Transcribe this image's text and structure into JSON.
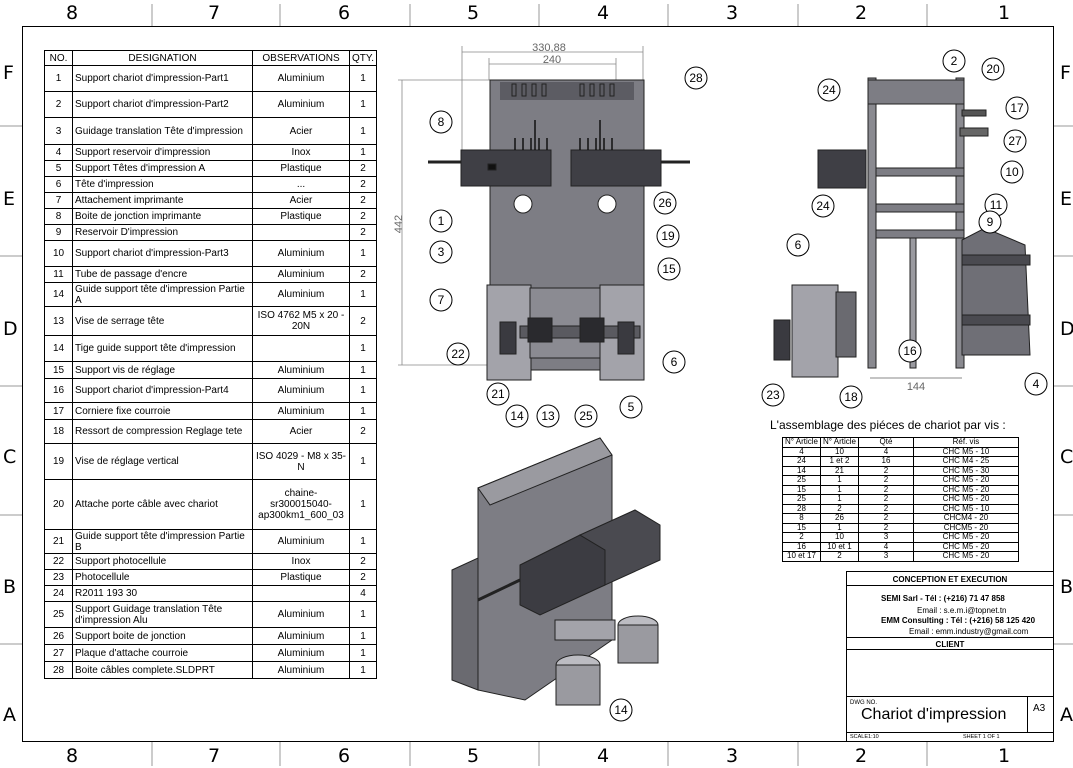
{
  "zones": {
    "top": [
      "8",
      "7",
      "6",
      "5",
      "4",
      "3",
      "2",
      "1"
    ],
    "side": [
      "F",
      "E",
      "D",
      "C",
      "B",
      "A"
    ]
  },
  "bom": {
    "headers": [
      "NO.",
      "DESIGNATION",
      "OBSERVATIONS",
      "QTY."
    ],
    "rows": [
      {
        "no": "1",
        "designation": "Support chariot d'impression-Part1",
        "obs": "Aluminium",
        "qty": "1",
        "h": 26
      },
      {
        "no": "2",
        "designation": "Support chariot d'impression-Part2",
        "obs": "Aluminium",
        "qty": "1",
        "h": 26
      },
      {
        "no": "3",
        "designation": "Guidage translation Tête d'impression",
        "obs": "Acier",
        "qty": "1",
        "h": 27
      },
      {
        "no": "4",
        "designation": "Support reservoir d'impression",
        "obs": "Inox",
        "qty": "1",
        "h": 16
      },
      {
        "no": "5",
        "designation": "Support Têtes d'impression A",
        "obs": "Plastique",
        "qty": "2",
        "h": 16
      },
      {
        "no": "6",
        "designation": "Tête d'impression",
        "obs": "...",
        "qty": "2",
        "h": 16
      },
      {
        "no": "7",
        "designation": "Attachement imprimante",
        "obs": "Acier",
        "qty": "2",
        "h": 16
      },
      {
        "no": "8",
        "designation": "Boite de jonction imprimante",
        "obs": "Plastique",
        "qty": "2",
        "h": 16
      },
      {
        "no": "9",
        "designation": "Reservoir D'impression",
        "obs": "",
        "qty": "2",
        "h": 16
      },
      {
        "no": "10",
        "designation": "Support chariot d'impression-Part3",
        "obs": "Aluminium",
        "qty": "1",
        "h": 26
      },
      {
        "no": "11",
        "designation": "Tube de passage d'encre",
        "obs": "Aluminium",
        "qty": "2",
        "h": 16
      },
      {
        "no": "14",
        "designation": "Guide support tête d'impression Partie A",
        "obs": "Aluminium",
        "qty": "1",
        "h": 24
      },
      {
        "no": "13",
        "designation": "Vise de serrage tête",
        "obs": "ISO 4762 M5 x 20 - 20N",
        "qty": "2",
        "h": 29
      },
      {
        "no": "14",
        "designation": "Tige guide support tête d'impression",
        "obs": "",
        "qty": "1",
        "h": 26
      },
      {
        "no": "15",
        "designation": "Support vis de réglage",
        "obs": "Aluminium",
        "qty": "1",
        "h": 17
      },
      {
        "no": "16",
        "designation": "Support chariot d'impression-Part4",
        "obs": "Aluminium",
        "qty": "1",
        "h": 24
      },
      {
        "no": "17",
        "designation": "Corniere fixe courroie",
        "obs": "Aluminium",
        "qty": "1",
        "h": 17
      },
      {
        "no": "18",
        "designation": "Ressort de compression Reglage tete",
        "obs": "Acier",
        "qty": "2",
        "h": 24
      },
      {
        "no": "19",
        "designation": "Vise de réglage vertical",
        "obs": "ISO 4029 - M8 x 35-N",
        "qty": "1",
        "h": 36
      },
      {
        "no": "20",
        "designation": "Attache porte câble avec chariot",
        "obs": "chaine-sr300015040-ap300km1_600_03",
        "qty": "1",
        "h": 50
      },
      {
        "no": "21",
        "designation": "Guide support tête d'impression Partie B",
        "obs": "Aluminium",
        "qty": "1",
        "h": 24
      },
      {
        "no": "22",
        "designation": "Support photocellule",
        "obs": "Inox",
        "qty": "2",
        "h": 16
      },
      {
        "no": "23",
        "designation": "Photocellule",
        "obs": "Plastique",
        "qty": "2",
        "h": 16
      },
      {
        "no": "24",
        "designation": "R2011 193 30",
        "obs": "",
        "qty": "4",
        "h": 16
      },
      {
        "no": "25",
        "designation": "Support Guidage translation Tête d'impression Alu",
        "obs": "Aluminium",
        "qty": "1",
        "h": 26
      },
      {
        "no": "26",
        "designation": "Support boite de jonction",
        "obs": "Aluminium",
        "qty": "1",
        "h": 17
      },
      {
        "no": "27",
        "designation": "Plaque d'attache courroie",
        "obs": "Aluminium",
        "qty": "1",
        "h": 17
      },
      {
        "no": "28",
        "designation": "Boite câbles complete.SLDPRT",
        "obs": "Aluminium",
        "qty": "1",
        "h": 17
      }
    ]
  },
  "dims": {
    "d1": "330,88",
    "d2": "240",
    "d3": "442",
    "d4": "144"
  },
  "balloons_front": [
    "28",
    "8",
    "26",
    "1",
    "19",
    "3",
    "15",
    "7",
    "22",
    "6",
    "21",
    "14",
    "13",
    "25",
    "5"
  ],
  "balloons_side": [
    "2",
    "20",
    "24",
    "17",
    "27",
    "10",
    "24",
    "11",
    "9",
    "6",
    "16",
    "4",
    "23",
    "18"
  ],
  "balloon_iso": "14",
  "vis": {
    "title": "L'assemblage des piéces de chariot par vis :",
    "headers": [
      "N° Article",
      "N° Article",
      "Qté",
      "Réf. vis"
    ],
    "rows": [
      [
        "4",
        "10",
        "4",
        "CHC M5 - 10"
      ],
      [
        "24",
        "1 et 2",
        "16",
        "CHC M4 - 25"
      ],
      [
        "14",
        "21",
        "2",
        "CHC M5 - 30"
      ],
      [
        "25",
        "1",
        "2",
        "CHC M5 - 20"
      ],
      [
        "15",
        "1",
        "2",
        "CHC M5 - 20"
      ],
      [
        "25",
        "1",
        "2",
        "CHC M5 - 20"
      ],
      [
        "28",
        "2",
        "2",
        "CHC M5 - 10"
      ],
      [
        "8",
        "26",
        "2",
        "CHCM4 - 20"
      ],
      [
        "15",
        "1",
        "2",
        "CHCM5 - 20"
      ],
      [
        "2",
        "10",
        "3",
        "CHC M5 - 20"
      ],
      [
        "16",
        "10 et 1",
        "4",
        "CHC M5 - 20"
      ],
      [
        "10 et 17",
        "2",
        "3",
        "CHC M5 - 20"
      ]
    ]
  },
  "titleblock": {
    "header": "CONCEPTION ET EXECUTION",
    "l1": "SEMI Sarl - Tél : (+216) 71 47 858",
    "l2": "Email : s.e.m.i@topnet.tn",
    "l3": "EMM Consulting : Tél : (+216) 58 125 420",
    "l4": "Email : emm.industry@gmail.com",
    "client": "CLIENT",
    "dwg_label": "DWG NO.",
    "title": "Chariot d'impression",
    "size": "A3",
    "scale": "SCALE1:10",
    "sheet": "SHEET 1 OF 1"
  },
  "colors": {
    "metal": "#8a8a90",
    "metal_dark": "#4a4a52",
    "metal_light": "#b8b8bf",
    "box": "#5a5a60"
  }
}
